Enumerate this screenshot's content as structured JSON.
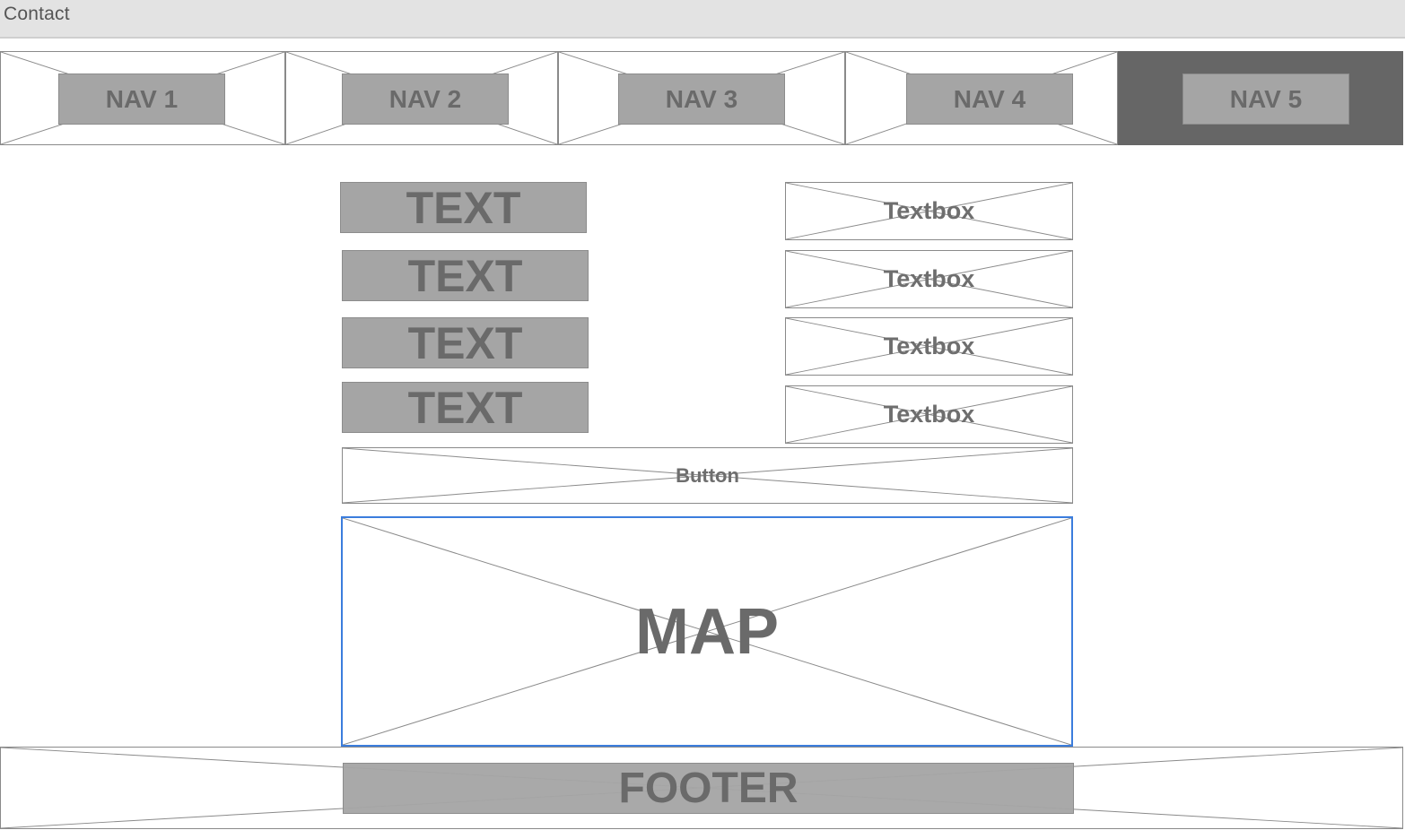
{
  "window": {
    "title": "Contact"
  },
  "nav": {
    "items": [
      {
        "label": "NAV 1",
        "active": false
      },
      {
        "label": "NAV 2",
        "active": false
      },
      {
        "label": "NAV 3",
        "active": false
      },
      {
        "label": "NAV 4",
        "active": false
      },
      {
        "label": "NAV 5",
        "active": true
      }
    ]
  },
  "form": {
    "labels": [
      "TEXT",
      "TEXT",
      "TEXT",
      "TEXT"
    ],
    "textboxes": [
      "Textbox",
      "Textbox",
      "Textbox",
      "Textbox"
    ],
    "button_label": "Button"
  },
  "map": {
    "label": "MAP"
  },
  "footer": {
    "label": "FOOTER"
  },
  "colors": {
    "placeholder_fill": "#a5a5a5",
    "active_nav": "#666666",
    "selection_outline": "#3b7ddd"
  }
}
